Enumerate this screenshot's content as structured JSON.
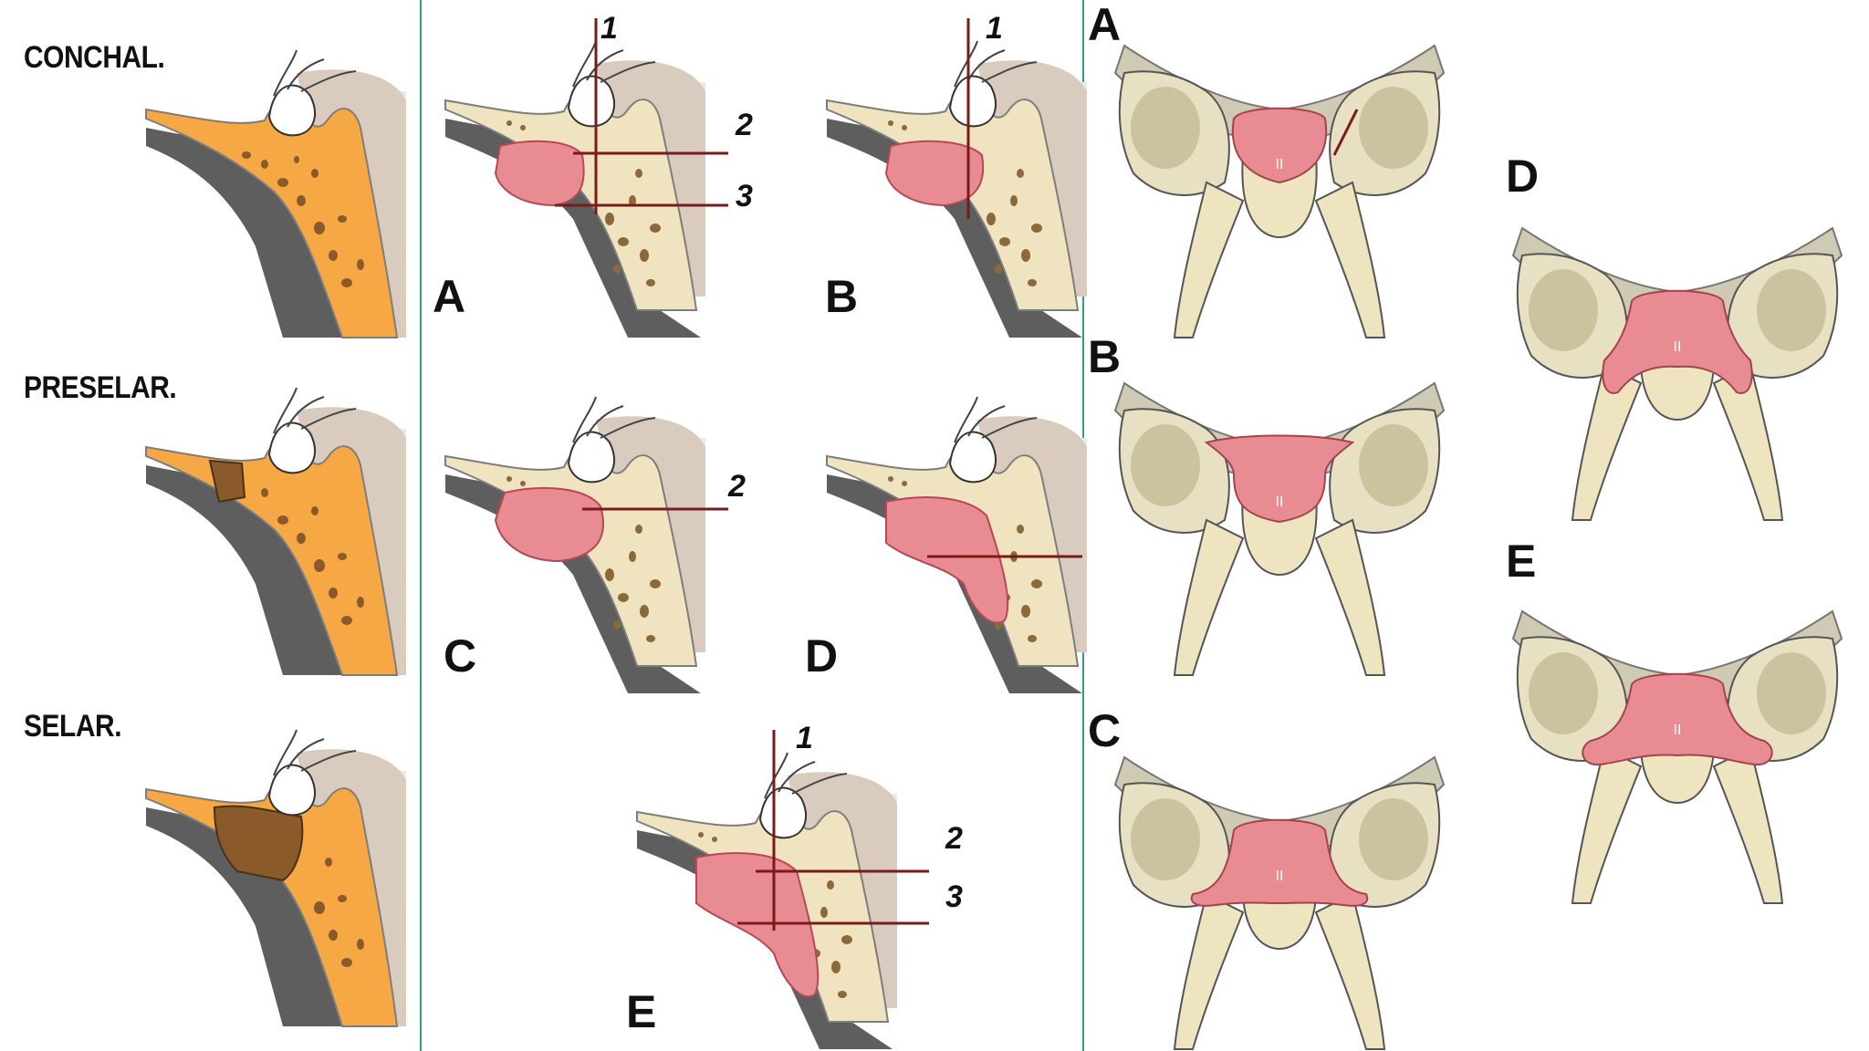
{
  "colors": {
    "divider": "#2f9e86",
    "cut_line": "#7a1a1a",
    "bone_light": "#efe4bf",
    "bone_orange": "#f5a843",
    "sinus_pink": "#e98b92",
    "cortex_gray": "#6e6e6e",
    "soft_tissue": "#d9cbbd",
    "cavity_brown": "#8a5a2a"
  },
  "pneumatization_types": [
    {
      "label": "CONCHAL."
    },
    {
      "label": "PRESELAR."
    },
    {
      "label": "SELAR."
    }
  ],
  "sagittal_panels": [
    {
      "letter": "A",
      "lines": [
        "1",
        "2",
        "3"
      ]
    },
    {
      "letter": "B",
      "lines": [
        "1"
      ]
    },
    {
      "letter": "C",
      "lines": [
        "2"
      ]
    },
    {
      "letter": "D",
      "lines": []
    },
    {
      "letter": "E",
      "lines": [
        "1",
        "2",
        "3"
      ]
    }
  ],
  "coronal_panels": [
    {
      "letter": "A",
      "mark": "II"
    },
    {
      "letter": "B",
      "mark": "II"
    },
    {
      "letter": "C",
      "mark": "II"
    },
    {
      "letter": "D",
      "mark": "II"
    },
    {
      "letter": "E",
      "mark": "II"
    }
  ]
}
